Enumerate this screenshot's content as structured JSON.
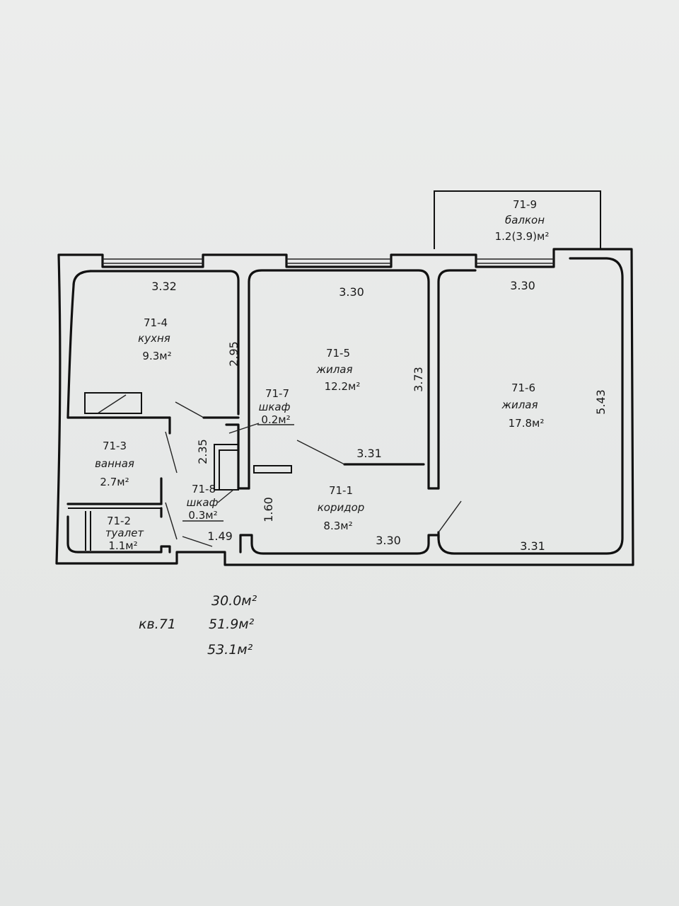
{
  "plan": {
    "rooms": [
      {
        "id": "71-9",
        "name": "балкон",
        "area": "1.2(3.9)м²"
      },
      {
        "id": "71-4",
        "name": "кухня",
        "area": "9.3м²"
      },
      {
        "id": "71-5",
        "name": "жилая",
        "area": "12.2м²"
      },
      {
        "id": "71-6",
        "name": "жилая",
        "area": "17.8м²"
      },
      {
        "id": "71-7",
        "name": "шкаф",
        "area": "0.2м²"
      },
      {
        "id": "71-3",
        "name": "ванная",
        "area": "2.7м²"
      },
      {
        "id": "71-8",
        "name": "шкаф",
        "area": "0.3м²"
      },
      {
        "id": "71-1",
        "name": "коридор",
        "area": "8.3м²"
      },
      {
        "id": "71-2",
        "name": "туалет",
        "area": "1.1м²"
      }
    ],
    "dimensions": {
      "kitchen_top": "3.32",
      "kitchen_side": "2.95",
      "room5_top": "3.30",
      "room5_side": "3.73",
      "room6_top": "3.30",
      "room6_side": "5.43",
      "room5_bottom": "3.31",
      "bath_side": "2.35",
      "corridor_side": "1.60",
      "entry": "1.49",
      "corridor_bottom": "3.30",
      "room6_bottom": "3.31"
    }
  },
  "totals": {
    "apartment": "кв.71",
    "living_area": "30.0м²",
    "total_area": "51.9м²",
    "total_with_balcony": "53.1м²"
  }
}
